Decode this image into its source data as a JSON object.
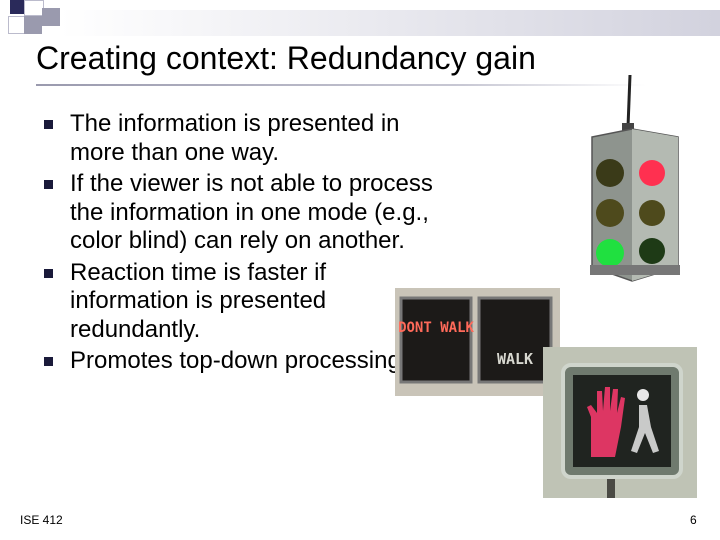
{
  "slide": {
    "title": "Creating context: Redundancy gain",
    "bullets": [
      "The information is presented in more than one way.",
      "If the viewer is not able to process the information in one mode (e.g., color blind) can rely on another.",
      "Reaction time is faster if information is presented redundantly.",
      "Promotes top-down processing."
    ]
  },
  "footer": {
    "course": "ISE 412",
    "page_number": "6"
  },
  "signs": {
    "dont_walk": "DONT WALK",
    "walk": "WALK"
  },
  "colors": {
    "accent": "#1a1a3a",
    "red_light": "#ff3050",
    "green_light": "#20e040"
  }
}
